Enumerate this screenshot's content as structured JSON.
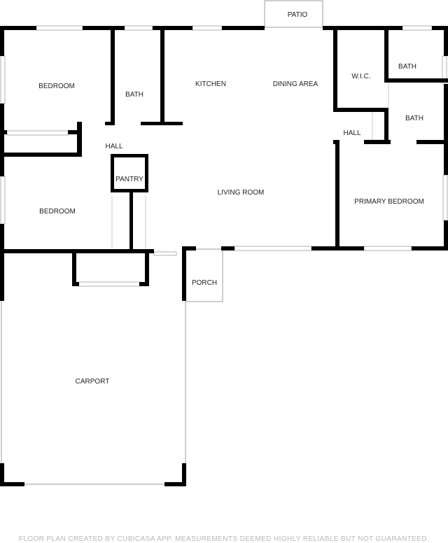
{
  "rooms": {
    "patio": "PATIO",
    "bedroom_1": "BEDROOM",
    "bath_1": "BATH",
    "kitchen": "KITCHEN",
    "dining_area": "DINING AREA",
    "wic": "W.I.C.",
    "bath_2": "BATH",
    "bath_3": "BATH",
    "hall_1": "HALL",
    "hall_2": "HALL",
    "pantry": "PANTRY",
    "living_room": "LIVING ROOM",
    "primary_bedroom": "PRIMARY BEDROOM",
    "bedroom_2": "BEDROOM",
    "porch": "PORCH",
    "carport": "CARPORT"
  },
  "footer": "FLOOR PLAN CREATED BY CUBICASA APP. MEASUREMENTS DEEMED HIGHLY RELIABLE BUT NOT GUARANTEED.",
  "colors": {
    "wall": "#000000",
    "thin_line": "#c8c8c8",
    "label": "#222222",
    "footer": "#b7b7b7"
  }
}
